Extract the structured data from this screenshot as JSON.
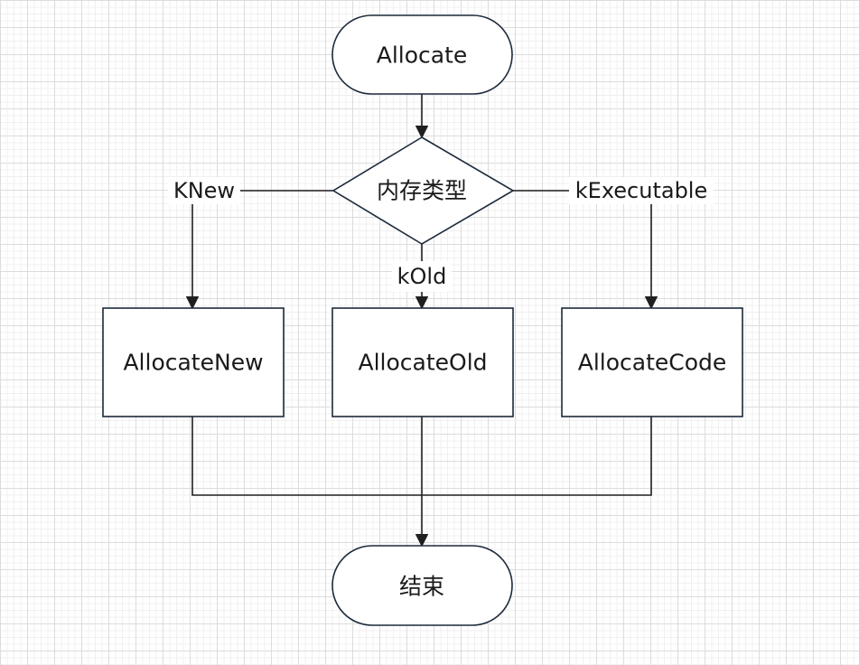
{
  "diagram": {
    "nodes": {
      "start": {
        "label": "Allocate"
      },
      "decision": {
        "label": "内存类型"
      },
      "allocate_new": {
        "label": "AllocateNew"
      },
      "allocate_old": {
        "label": "AllocateOld"
      },
      "allocate_code": {
        "label": "AllocateCode"
      },
      "end": {
        "label": "结束"
      }
    },
    "edge_labels": {
      "knew": "KNew",
      "kold": "kOld",
      "kexecutable": "kExecutable"
    }
  }
}
